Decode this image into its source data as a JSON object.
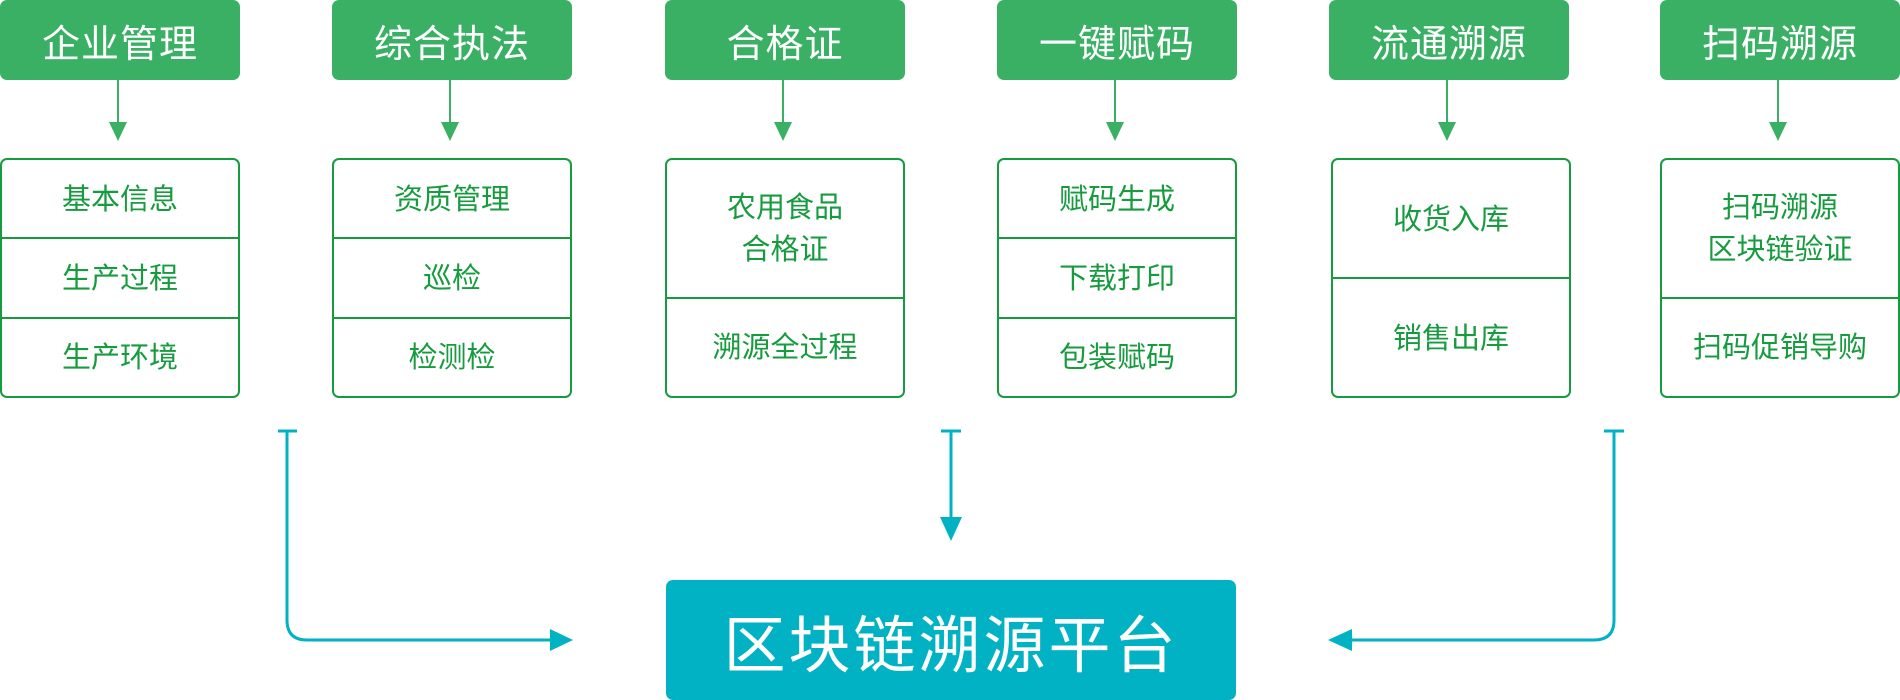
{
  "colors": {
    "header_green": "#3ab064",
    "border_green": "#179b3f",
    "teal": "#00b2c3"
  },
  "modules": [
    {
      "title": "企业管理",
      "items": [
        "基本信息",
        "生产过程",
        "生产环境"
      ]
    },
    {
      "title": "综合执法",
      "items": [
        "资质管理",
        "巡检",
        "检测检"
      ]
    },
    {
      "title": "合格证",
      "items": [
        "农用食品\n合格证",
        "溯源全过程"
      ]
    },
    {
      "title": "一键赋码",
      "items": [
        "赋码生成",
        "下载打印",
        "包装赋码"
      ]
    },
    {
      "title": "流通溯源",
      "items": [
        "收货入库",
        "销售出库"
      ]
    },
    {
      "title": "扫码溯源",
      "items": [
        "扫码溯源\n区块链验证",
        "扫码促销导购"
      ]
    }
  ],
  "platform": {
    "label": "区块链溯源平台"
  }
}
